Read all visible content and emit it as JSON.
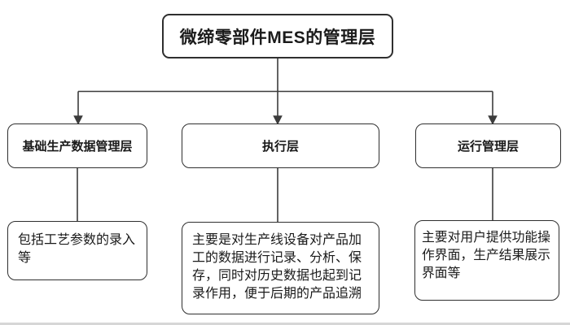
{
  "diagram": {
    "title": "微缔零部件MES的管理层",
    "columns": [
      {
        "id": "basic-data",
        "header": "基础生产数据管理层",
        "detail": "包括工艺参数的录入等"
      },
      {
        "id": "execution",
        "header": "执行层",
        "detail": "主要是对生产线设备对产品加工的数据进行记录、分析、保存，同时对历史数据也起到记录作用，便于后期的产品追溯"
      },
      {
        "id": "operation",
        "header": "运行管理层",
        "detail": "主要对用户提供功能操作界面，生产结果展示界面等"
      }
    ],
    "colors": {
      "background": "#ffffff",
      "box_border": "#2f2f2f",
      "connector": "#3c3c3c",
      "text": "#1a1a1a",
      "bottom_strip": "#d6d6d6"
    }
  }
}
